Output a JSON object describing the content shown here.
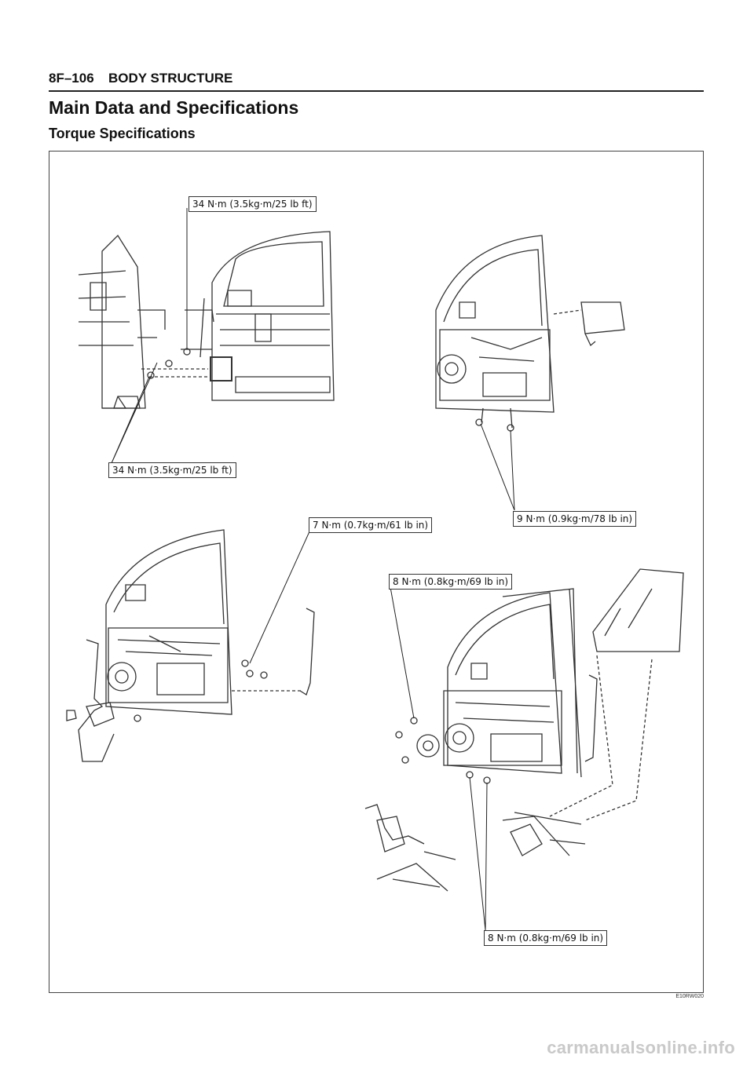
{
  "header": {
    "page_number": "8F–106",
    "section": "BODY STRUCTURE"
  },
  "title": "Main Data and Specifications",
  "subtitle": "Torque Specifications",
  "callouts": {
    "c1": "34 N·m (3.5kg·m/25 lb ft)",
    "c2": "34 N·m (3.5kg·m/25 lb ft)",
    "c3": "9 N·m (0.9kg·m/78 lb in)",
    "c4": "7 N·m (0.7kg·m/61 lb in)",
    "c5": "8 N·m (0.8kg·m/69 lb in)",
    "c6": "8 N·m (0.8kg·m/69 lb in)"
  },
  "figure_code": "E10RW020",
  "watermark": "carmanualsonline.info"
}
